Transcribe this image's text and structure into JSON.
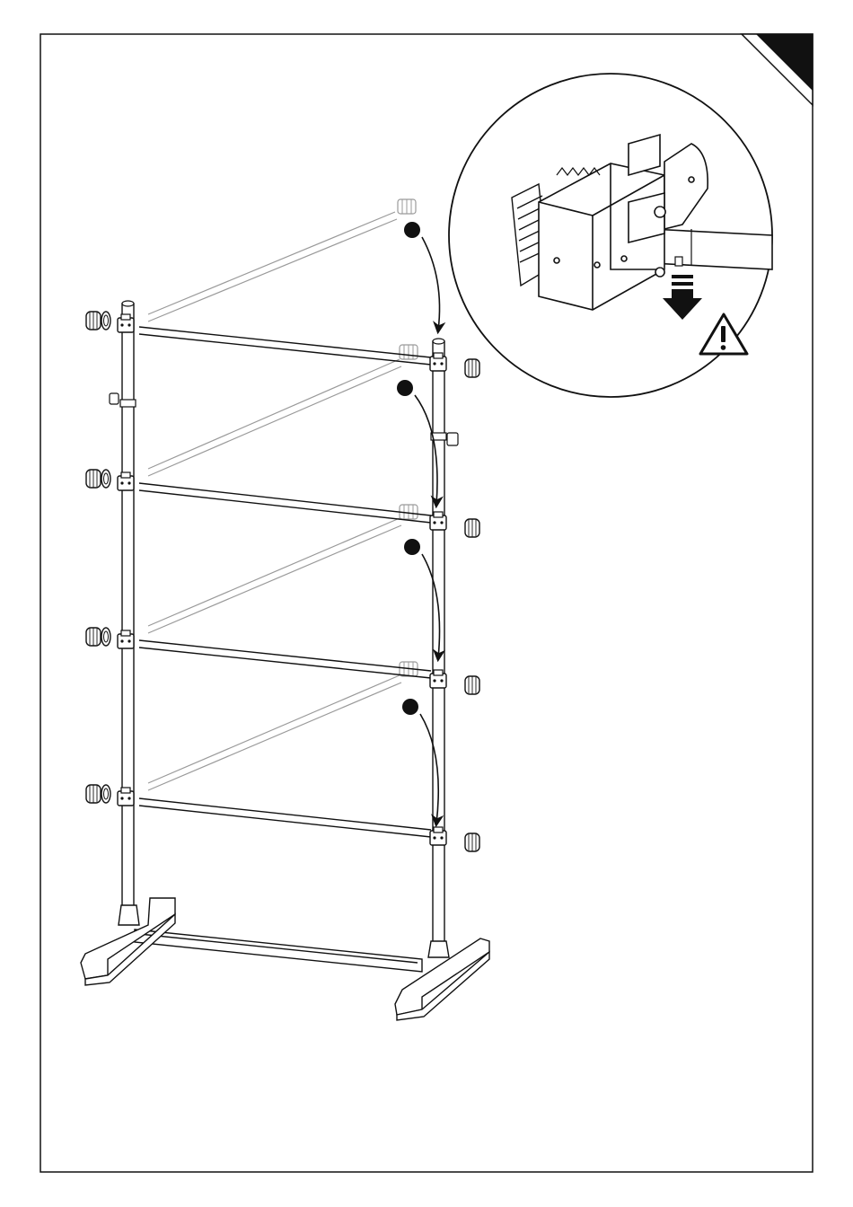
{
  "document": {
    "type": "assembly-instruction-page",
    "page_number": ""
  },
  "colors": {
    "line": "#1a1a1a",
    "light_line": "#8a8a8a",
    "fill": "#ffffff",
    "marker": "#111111"
  },
  "icons": {
    "warning": "warning-triangle-icon",
    "arrow": "down-arrow-icon",
    "step": "step-marker-dot"
  },
  "steps": [
    {
      "marker": "step-marker-1"
    },
    {
      "marker": "step-marker-2"
    },
    {
      "marker": "step-marker-3"
    },
    {
      "marker": "step-marker-4"
    }
  ]
}
